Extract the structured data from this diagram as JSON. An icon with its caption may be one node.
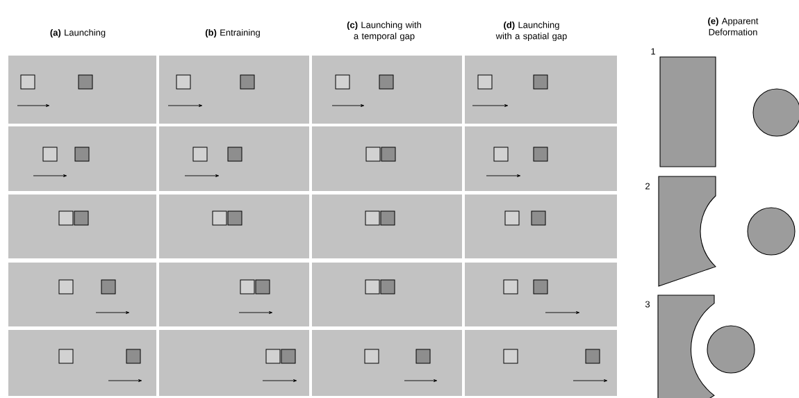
{
  "diagram": {
    "labels": [
      "**(a)** Launching",
      "**(b)** Entraining",
      "**(c)** Launching with a temporal gap",
      "**(d)** Launching with a spatial gap",
      "**(e)** Apparent Deformation",
      "1",
      "2",
      "3"
    ]
  }
}
